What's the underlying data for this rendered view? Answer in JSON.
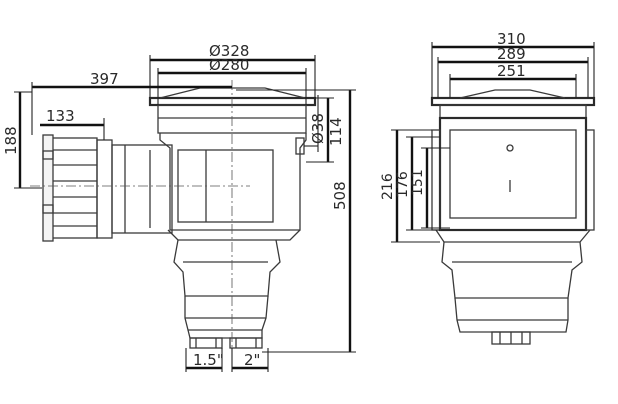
{
  "dimensions": {
    "d328": "Ø328",
    "d280": "Ø280",
    "w397": "397",
    "w133": "133",
    "h188": "188",
    "d38": "Ø38",
    "h114": "114",
    "h508": "508",
    "p15": "1.5\"",
    "p2": "2\"",
    "w310": "310",
    "w289": "289",
    "w251": "251",
    "h216": "216",
    "h176": "176",
    "h151": "151"
  }
}
